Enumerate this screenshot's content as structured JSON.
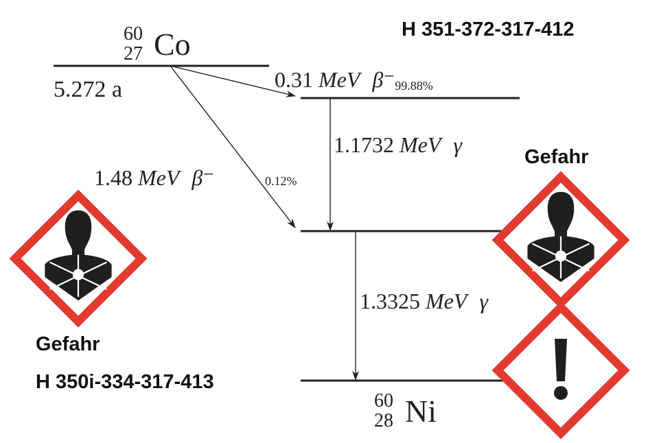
{
  "parent": {
    "mass": "60",
    "z": "27",
    "symbol": "Co",
    "half_life": "5.272 a"
  },
  "daughter": {
    "mass": "60",
    "z": "28",
    "symbol": "Ni"
  },
  "transitions": [
    {
      "energy": "0.31",
      "unit": "MeV",
      "type": "β⁻",
      "branch": "99.88%"
    },
    {
      "energy": "1.48",
      "unit": "MeV",
      "type": "β⁻",
      "branch": "0.12%"
    },
    {
      "energy": "1.1732",
      "unit": "MeV",
      "type": "γ"
    },
    {
      "energy": "1.3325",
      "unit": "MeV",
      "type": "γ"
    }
  ],
  "hazard_right": {
    "signal": "Gefahr",
    "h_statements": "H 351-372-317-412",
    "pictograms": [
      "health-hazard-icon",
      "exclamation-mark-icon"
    ]
  },
  "hazard_left": {
    "signal": "Gefahr",
    "h_statements": "H 350i-334-317-413",
    "pictograms": [
      "health-hazard-icon"
    ]
  },
  "colors": {
    "pictogram_border": "#e23a2e",
    "lines": "#222222"
  }
}
